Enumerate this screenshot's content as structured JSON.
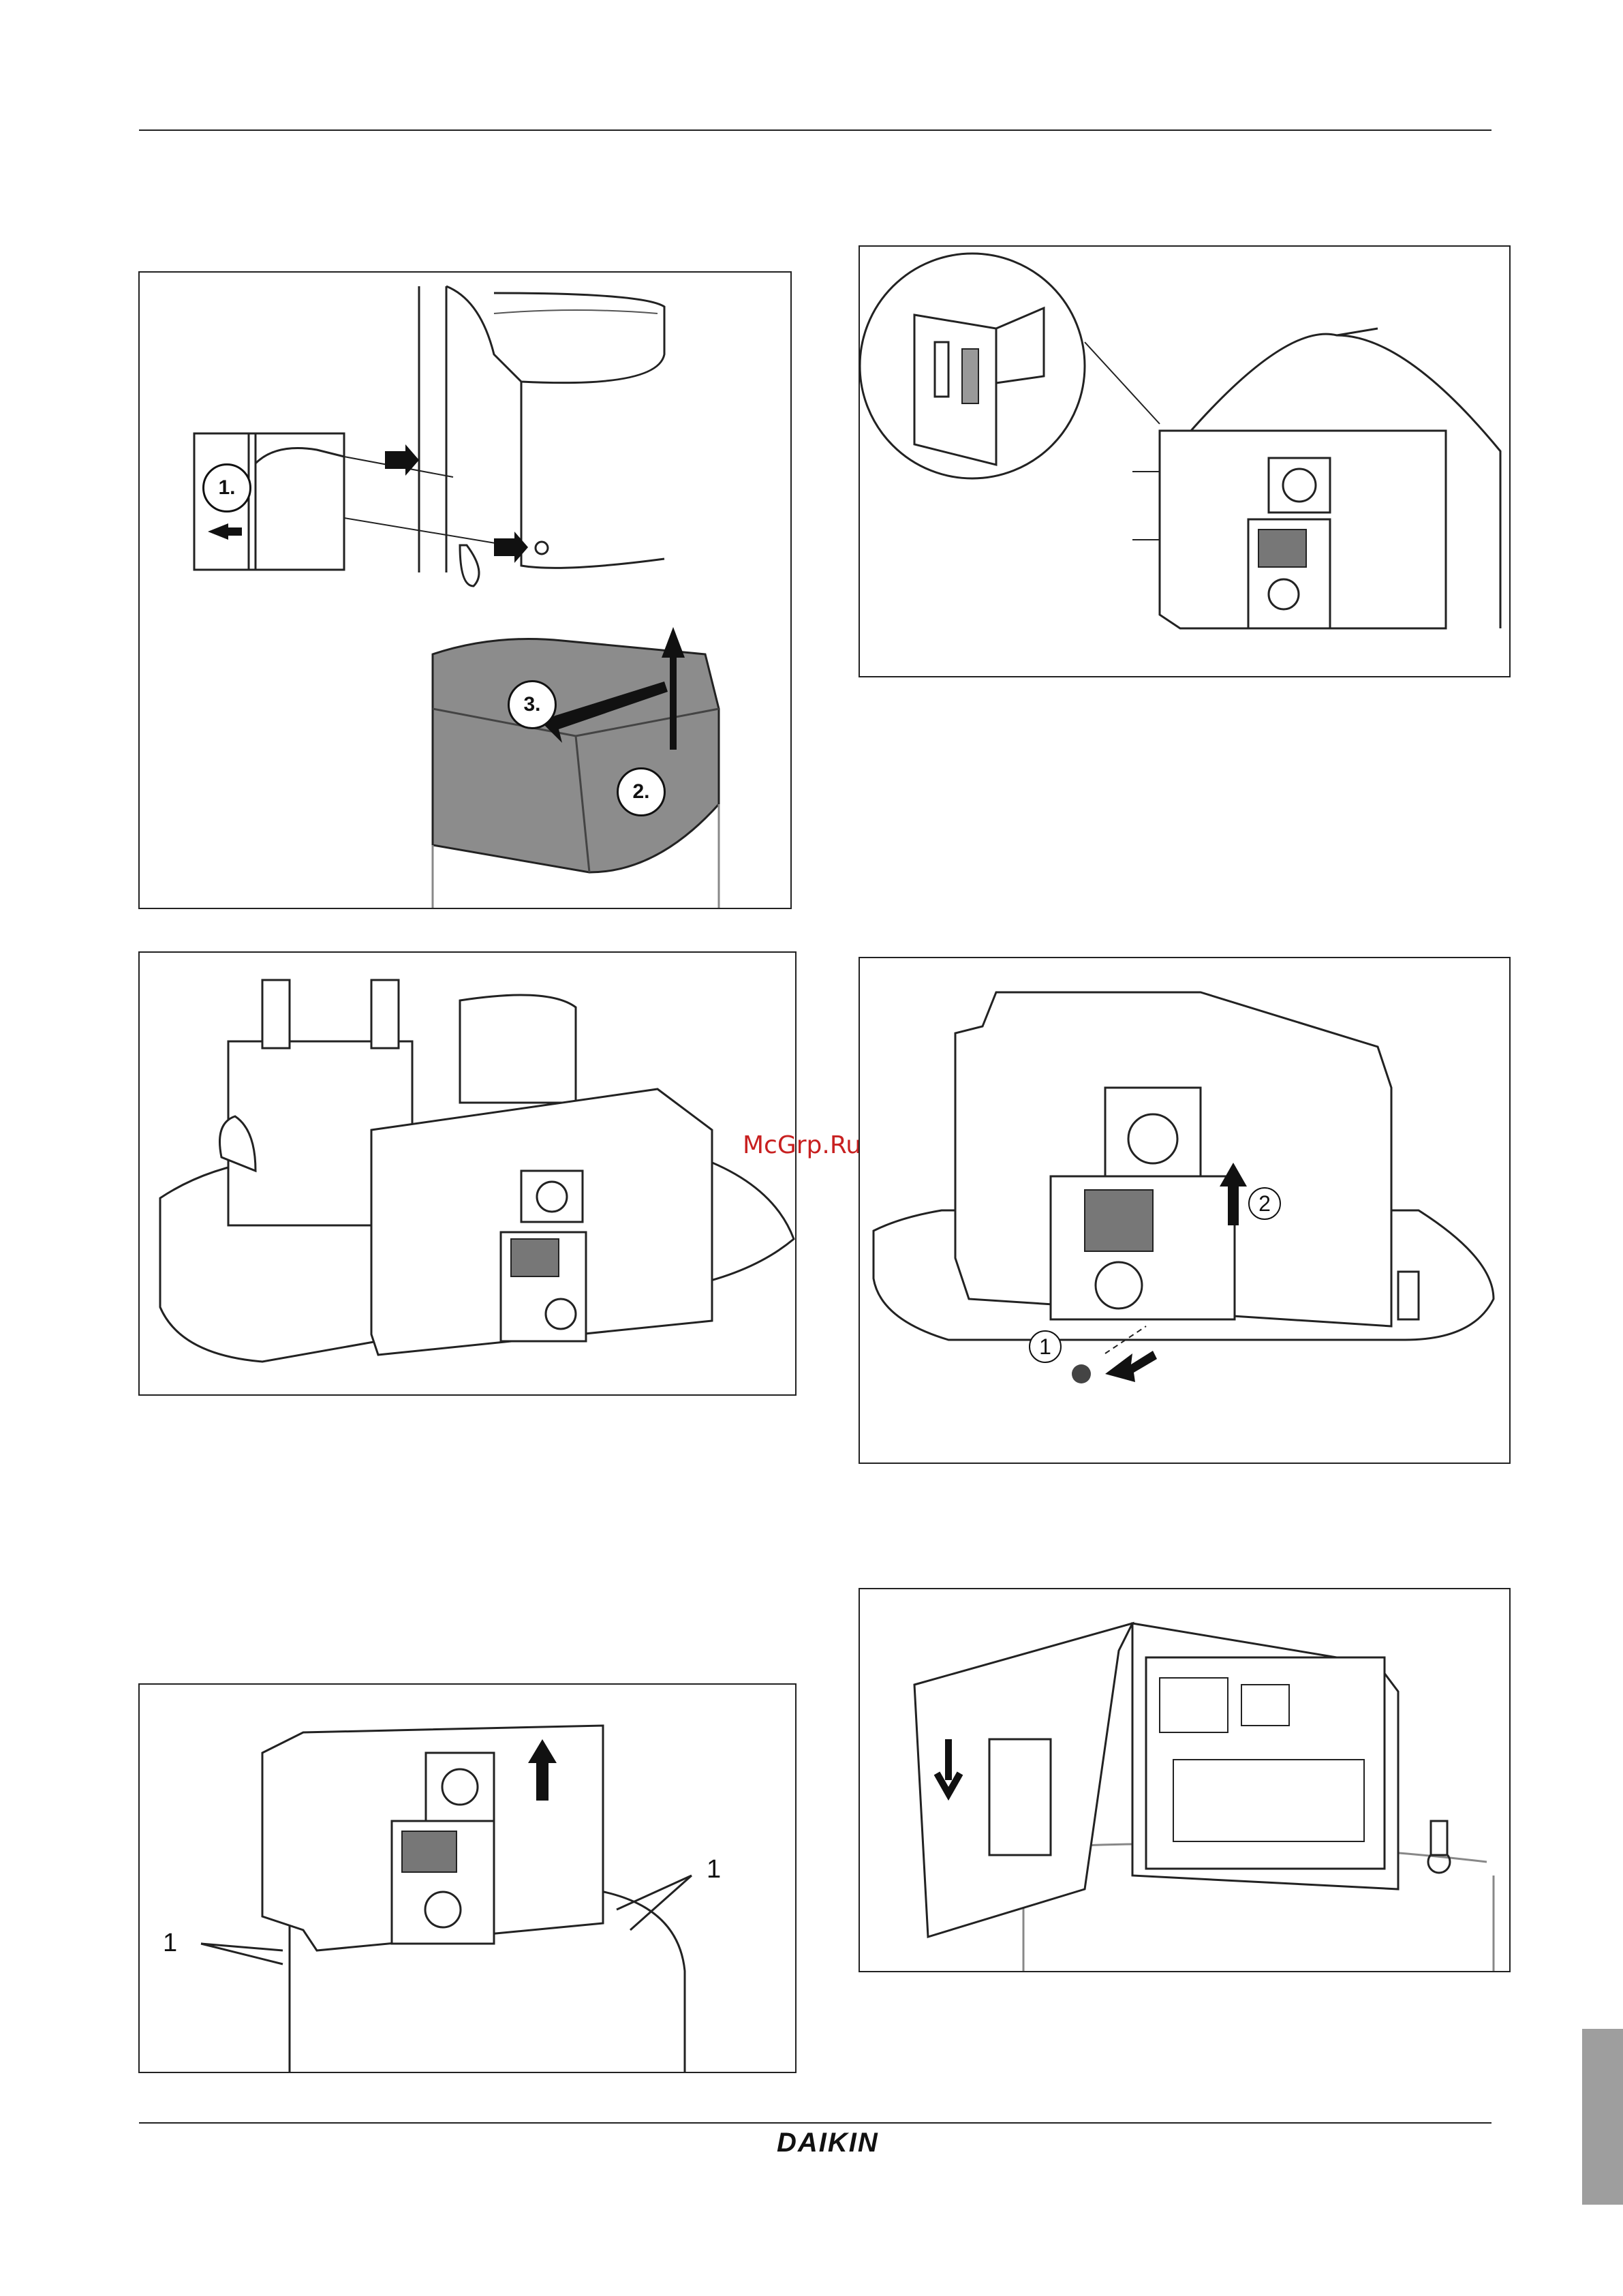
{
  "header": {
    "rule": "top-rule"
  },
  "figures": {
    "fig1": {
      "steps": [
        "1.",
        "2.",
        "3."
      ]
    },
    "fig4": {
      "callouts": [
        "1",
        "2"
      ]
    },
    "fig5": {
      "callouts": [
        "1",
        "1"
      ]
    }
  },
  "watermark": "McGrp.Ru",
  "footer": {
    "brand": "DAIKIN"
  },
  "colors": {
    "shaded_cover": "#8c8c8c",
    "side_tab": "#9e9e9e",
    "watermark": "#c82020"
  }
}
